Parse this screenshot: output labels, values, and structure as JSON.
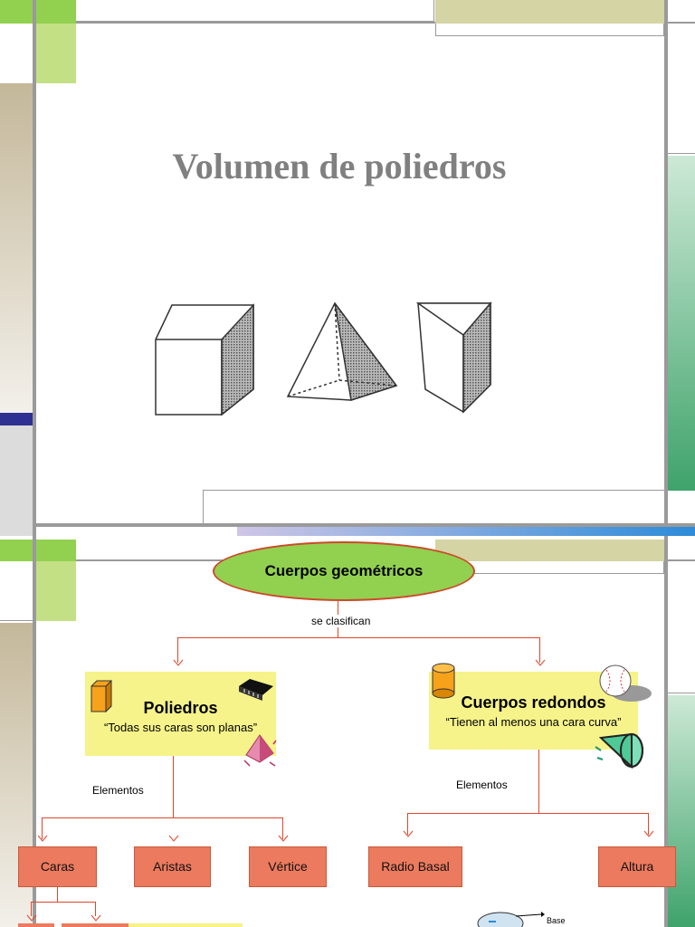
{
  "slide1": {
    "title": "Volumen de poliedros",
    "shapes": [
      "cube-icon",
      "pyramid-icon",
      "prism-icon"
    ]
  },
  "slide2": {
    "root": "Cuerpos geométricos",
    "connector": "se clasifican",
    "left": {
      "title": "Poliedros",
      "subtitle": "“Todas sus caras son planas”",
      "elements_label": "Elementos",
      "items": [
        "Caras",
        "Aristas",
        "Vértice"
      ]
    },
    "right": {
      "title": "Cuerpos redondos",
      "subtitle": "“Tienen al menos una cara curva”",
      "elements_label": "Elementos",
      "items": [
        "Radio Basal",
        "Altura"
      ]
    },
    "footer_label": "Base"
  },
  "colors": {
    "green": "#92d050",
    "light_green": "#c4e084",
    "khaki": "#d4d4a4",
    "tan": "#c4b89a",
    "navy": "#2e3192",
    "teal": "#3fa36b",
    "blue": "#2d8bd9",
    "oval": "#92d050",
    "yellow_box": "#f6f38a",
    "orange_box": "#ec7a5e",
    "arrow": "#e0462a"
  }
}
